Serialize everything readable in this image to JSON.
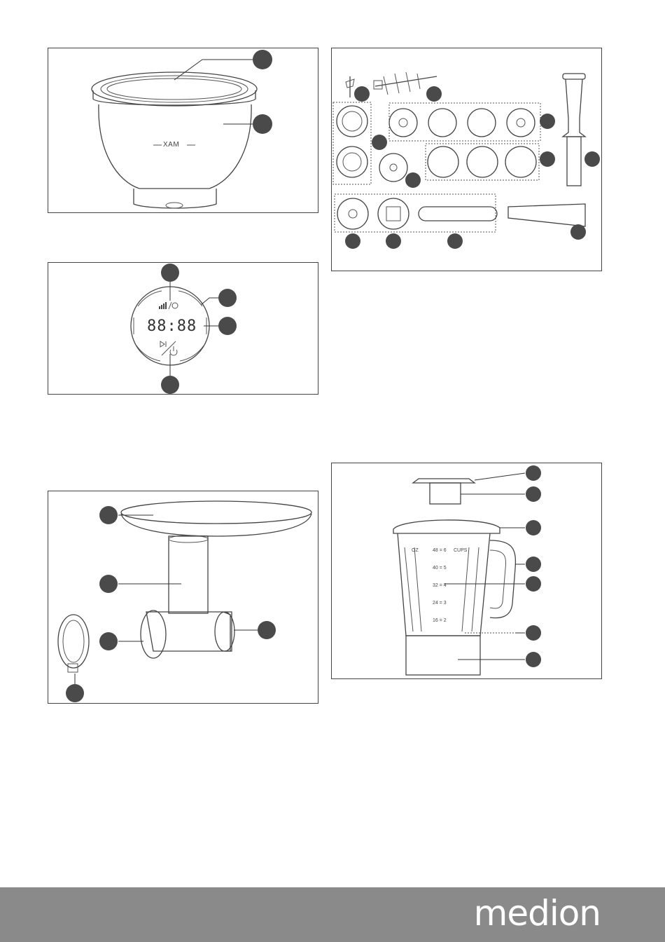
{
  "panels": {
    "bowl": {
      "label_text": "XAM"
    },
    "control_panel": {
      "display_digits": "88:88",
      "speed_timer_symbol": "speed-timer-icon",
      "start_power_symbol": "start-pause-power-icon"
    },
    "accessories": {},
    "meat_grinder": {},
    "blender": {
      "scale_marks": [
        "48 = 6",
        "40 = 5",
        "32 = 4",
        "24 = 3",
        "16 = 2"
      ],
      "scale_units": [
        "OZ",
        "CUPS"
      ]
    }
  },
  "footer": {
    "brand": "medion",
    "color": "#8a8a8a"
  }
}
